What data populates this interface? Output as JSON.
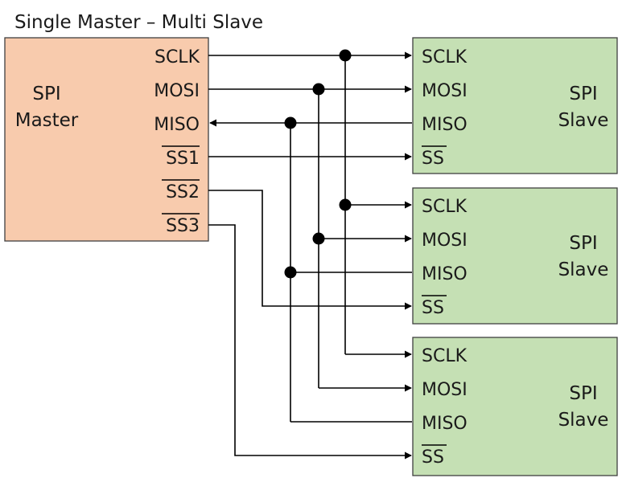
{
  "title": "Single Master – Multi Slave",
  "master": {
    "name_line1": "SPI",
    "name_line2": "Master",
    "pins": {
      "sclk": "SCLK",
      "mosi": "MOSI",
      "miso": "MISO",
      "ss1": "SS1",
      "ss2": "SS2",
      "ss3": "SS3"
    },
    "fill": "#f8cbad"
  },
  "slaves": [
    {
      "name_line1": "SPI",
      "name_line2": "Slave",
      "pins": {
        "sclk": "SCLK",
        "mosi": "MOSI",
        "miso": "MISO",
        "ss": "SS"
      }
    },
    {
      "name_line1": "SPI",
      "name_line2": "Slave",
      "pins": {
        "sclk": "SCLK",
        "mosi": "MOSI",
        "miso": "MISO",
        "ss": "SS"
      }
    },
    {
      "name_line1": "SPI",
      "name_line2": "Slave",
      "pins": {
        "sclk": "SCLK",
        "mosi": "MOSI",
        "miso": "MISO",
        "ss": "SS"
      }
    }
  ],
  "colors": {
    "slave_fill": "#c5e0b4",
    "box_stroke": "#404040",
    "wire": "#000000"
  }
}
